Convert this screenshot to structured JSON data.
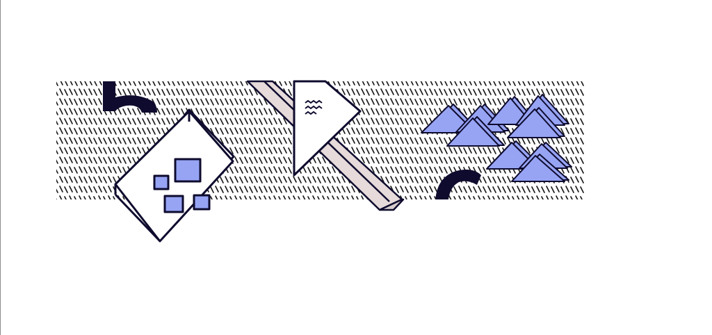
{
  "colors": {
    "background": "#ffffff",
    "ink": "#0e0b2e",
    "pattern_stroke": "#1a1a1a",
    "accent_blue": "#97a4f4",
    "beam_pink": "#e6dada",
    "paper_white": "#ffffff"
  },
  "icons": {
    "pattern": "squiggle-pattern-texture",
    "card": "isometric-card-with-squares-icon",
    "flag": "triangle-pennant-with-wave-lines-icon",
    "beam": "diagonal-beam-icon",
    "pyramids": "pyramid-cluster-icon",
    "glyph_n": "partial-letter-n-shape",
    "glyph_c": "partial-letter-c-shape"
  }
}
